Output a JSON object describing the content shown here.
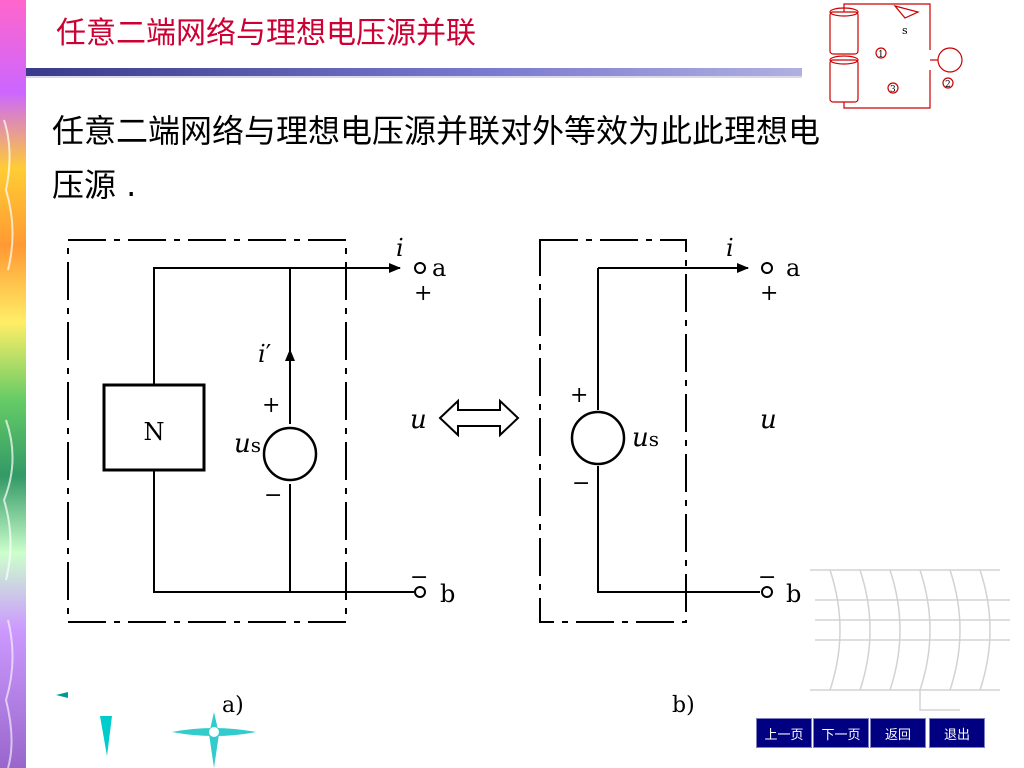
{
  "title": "任意二端网络与理想电压源并联",
  "statement": "任意二端网络与理想电压源并联对外等效为此此理想电压源 .",
  "circuit_a": {
    "caption": "a)",
    "network_label": "N",
    "current_label": "i",
    "inner_current_label": "i",
    "inner_current_prime": "′",
    "terminal_a": "a",
    "terminal_b": "b",
    "plus": "+",
    "minus": "−",
    "source_plus": "+",
    "source_minus": "−",
    "source_label": "u",
    "source_sub": "s"
  },
  "equivalence_voltage_label": "u",
  "circuit_b": {
    "caption": "b)",
    "current_label": "i",
    "terminal_a": "a",
    "terminal_b": "b",
    "plus": "+",
    "minus": "−",
    "source_plus": "+",
    "source_minus": "−",
    "source_label": "u",
    "source_sub": "s",
    "voltage_label": "u"
  },
  "deco_circuit": {
    "switch_label": "s",
    "label_1": "1",
    "label_2": "2",
    "label_3": "3"
  },
  "nav": {
    "prev": "上一页",
    "next": "下一页",
    "back": "返回",
    "exit": "退出"
  }
}
